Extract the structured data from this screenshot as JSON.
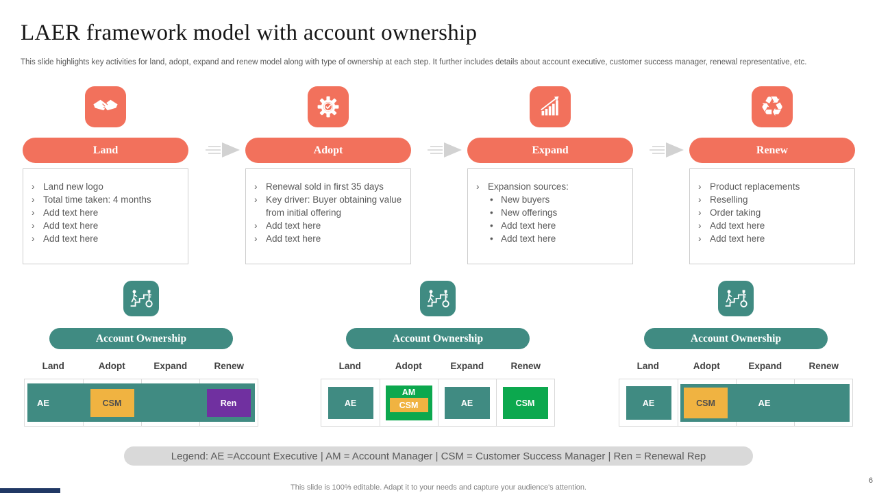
{
  "slide": {
    "title": "LAER framework model with account ownership",
    "subtitle": "This slide highlights key activities for land, adopt, expand and renew model along with type of ownership at each step. It further includes details about account executive,  customer success manager, renewal representative, etc.",
    "footer": "This slide is 100% editable. Adapt it to your needs and capture your audience's attention.",
    "page_number": "6"
  },
  "colors": {
    "coral": "#F2715C",
    "teal": "#408B82",
    "yellow": "#F0B341",
    "purple": "#7030A0",
    "green": "#0CA84E",
    "gray_text": "#595959",
    "legend_bg": "#D9D9D9",
    "navy": "#203864",
    "arrow_gray": "#D2D2D2"
  },
  "stages": [
    {
      "label": "Land",
      "icon": "handshake-icon",
      "bullets": [
        {
          "marker": "›",
          "text": "Land new logo"
        },
        {
          "marker": "›",
          "text": "Total time taken: 4 months"
        },
        {
          "marker": "›",
          "text": "Add text here"
        },
        {
          "marker": "›",
          "text": "Add text here"
        },
        {
          "marker": "›",
          "text": "Add text here"
        }
      ]
    },
    {
      "label": "Adopt",
      "icon": "gear-check-icon",
      "bullets": [
        {
          "marker": "›",
          "text": "Renewal sold in first 35 days"
        },
        {
          "marker": "›",
          "text": "Key driver: Buyer obtaining value from initial offering"
        },
        {
          "marker": "›",
          "text": "Add text here"
        },
        {
          "marker": "›",
          "text": "Add text here"
        }
      ]
    },
    {
      "label": "Expand",
      "icon": "growth-chart-icon",
      "bullets": [
        {
          "marker": "›",
          "text": "Expansion sources:"
        },
        {
          "marker": "•",
          "text": "New buyers"
        },
        {
          "marker": "•",
          "text": "New offerings"
        },
        {
          "marker": "•",
          "text": "Add text here"
        },
        {
          "marker": "•",
          "text": "Add text here"
        }
      ]
    },
    {
      "label": "Renew",
      "icon": "recycle-icon",
      "recycle_glyph": "♻",
      "bullets": [
        {
          "marker": "›",
          "text": "Product replacements"
        },
        {
          "marker": "›",
          "text": "Reselling"
        },
        {
          "marker": "›",
          "text": "Order taking"
        },
        {
          "marker": "›",
          "text": "Add text here"
        },
        {
          "marker": "›",
          "text": "Add text here"
        }
      ]
    }
  ],
  "ownership": [
    {
      "title": "Account Ownership",
      "icon": "account-growth-stairs-key-icon",
      "headers": [
        "Land",
        "Adopt",
        "Expand",
        "Renew"
      ],
      "bar_label": "AE",
      "adopt_badge": "CSM",
      "renew_badge": "Ren"
    },
    {
      "title": "Account Ownership",
      "icon": "account-growth-stairs-key-icon",
      "headers": [
        "Land",
        "Adopt",
        "Expand",
        "Renew"
      ],
      "land_badge": "AE",
      "adopt_badge_top": "AM",
      "adopt_badge_inner": "CSM",
      "expand_badge": "AE",
      "renew_badge": "CSM"
    },
    {
      "title": "Account Ownership",
      "icon": "account-growth-stairs-key-icon",
      "headers": [
        "Land",
        "Adopt",
        "Expand",
        "Renew"
      ],
      "land_badge": "AE",
      "adopt_badge": "CSM",
      "bar_label": "AE"
    }
  ],
  "legend": "Legend: AE =Account Executive   |   AM = Account Manager   |   CSM = Customer Success Manager   |   Ren = Renewal Rep"
}
